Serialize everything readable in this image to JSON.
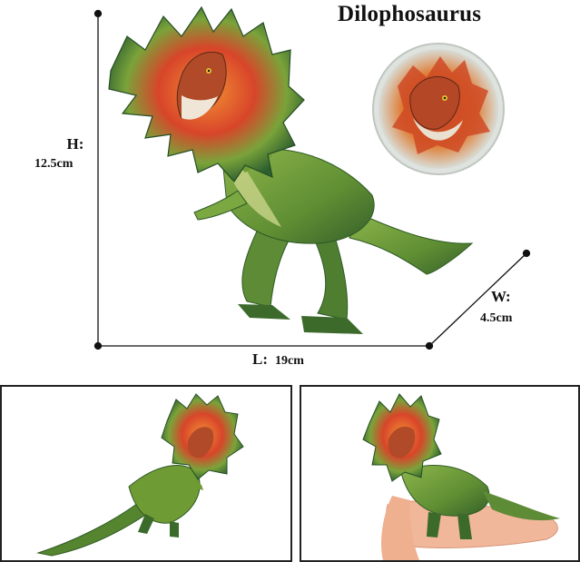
{
  "product": {
    "title": "Dilophosaurus"
  },
  "dimensions": {
    "height": {
      "label": "H:",
      "value": "12.5cm"
    },
    "length": {
      "label": "L:",
      "value": "19cm"
    },
    "width": {
      "label": "W:",
      "value": "4.5cm"
    }
  },
  "icons": {
    "main": "dinosaur-figure-icon",
    "inset": "head-closeup-icon",
    "side": "side-view-icon",
    "hand": "hand-scale-icon"
  },
  "colors": {
    "frill_outer": "#2f6b35",
    "frill_mid": "#d1411e",
    "frill_core": "#f07a2a",
    "body": "#6f9b34",
    "body_dark": "#3d6a2b",
    "belly": "#c9d58a",
    "hand": "#f1b79a",
    "line": "#111111"
  }
}
